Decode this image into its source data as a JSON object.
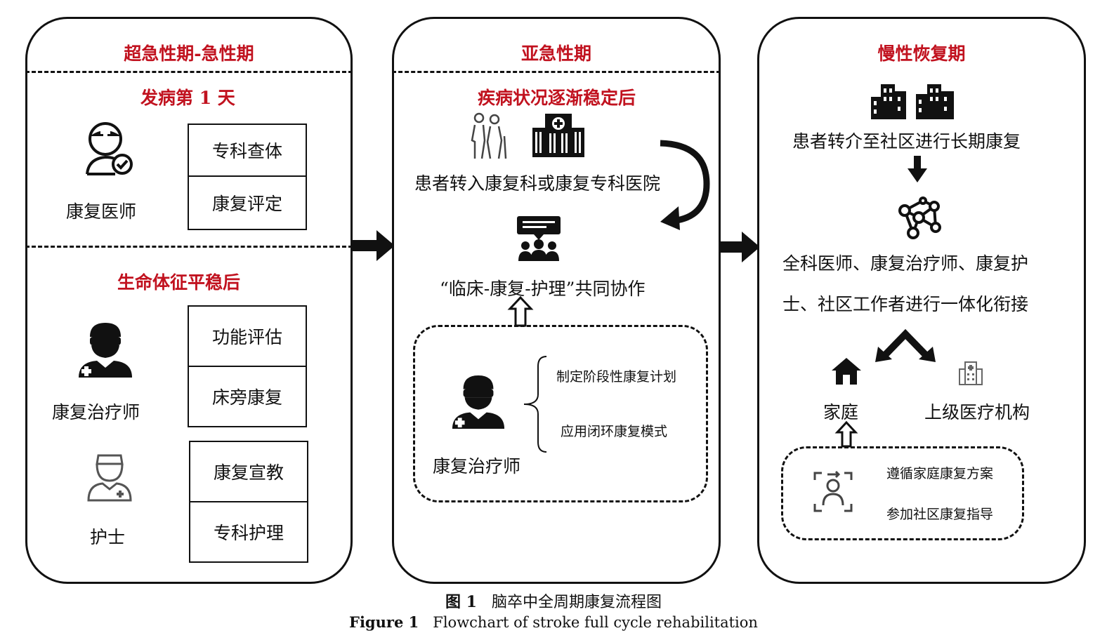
{
  "panel1": {
    "header": "超急性期-急性期",
    "section1_title": "发病第 1 天",
    "physician_label": "康复医师",
    "physician_tasks": [
      "专科查体",
      "康复评定"
    ],
    "section2_title": "生命体征平稳后",
    "therapist_label": "康复治疗师",
    "therapist_tasks": [
      "功能评估",
      "床旁康复"
    ],
    "nurse_label": "护士",
    "nurse_tasks": [
      "康复宣教",
      "专科护理"
    ]
  },
  "panel2": {
    "header": "亚急性期",
    "section_title": "疾病状况逐渐稳定后",
    "transfer_text": "患者转入康复科或康复专科医院",
    "collab_text": "“临床-康复-护理”共同协作",
    "therapist_label": "康复治疗师",
    "therapist_tasks": [
      "制定阶段性康复计划",
      "应用闭环康复模式"
    ]
  },
  "panel3": {
    "header": "慢性恢复期",
    "community_text": "患者转介至社区进行长期康复",
    "team_text_line1": "全科医师、康复治疗师、康复护",
    "team_text_line2": "士、社区工作者进行一体化衔接",
    "home_label": "家庭",
    "hospital_label": "上级医疗机构",
    "home_tasks": [
      "遵循家庭康复方案",
      "参加社区康复指导"
    ]
  },
  "caption": {
    "cn_prefix": "图 1",
    "cn_text": "脑卒中全周期康复流程图",
    "en_prefix": "Figure 1",
    "en_text": "Flowchart of stroke full cycle rehabilitation"
  },
  "colors": {
    "accent": "#c1121f",
    "line": "#111111"
  },
  "icons": [
    "doctor-icon",
    "therapist-icon",
    "nurse-icon",
    "elderly-patient-icon",
    "hospital-icon",
    "circular-arrow-icon",
    "team-meeting-icon",
    "city-buildings-icon",
    "network-icon",
    "home-icon",
    "small-hospital-icon",
    "family-care-icon"
  ]
}
